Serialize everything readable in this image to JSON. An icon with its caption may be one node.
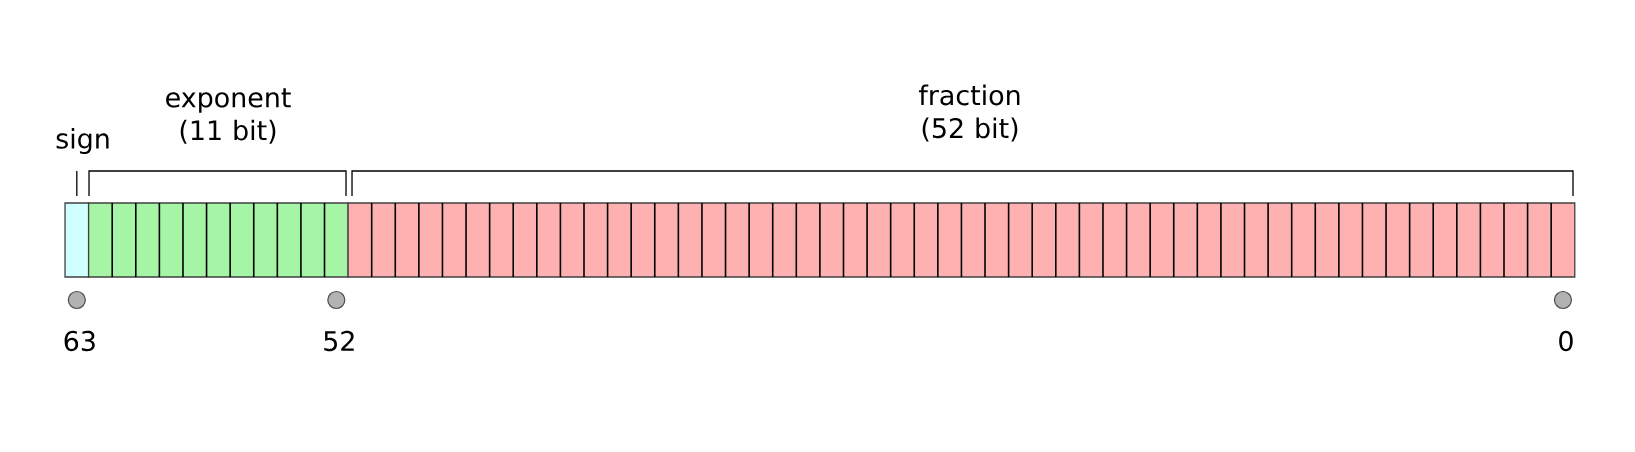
{
  "diagram": {
    "nodes": [
      {
        "text": [
          "sign"
        ]
      },
      {
        "text": [
          "exponent (11 bit)"
        ]
      },
      {
        "text": [
          "fraction (52 bit)"
        ]
      }
    ],
    "labels": [
      "63",
      "52",
      "0"
    ]
  }
}
